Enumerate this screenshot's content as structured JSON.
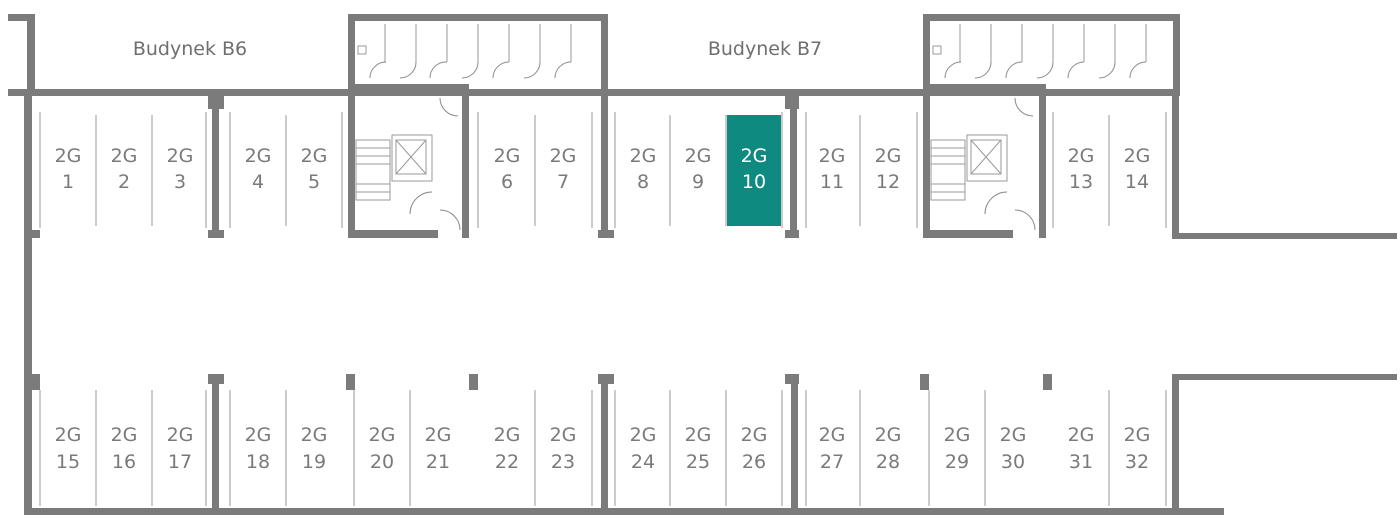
{
  "buildings": [
    {
      "id": "b6",
      "label": "Budynek B6"
    },
    {
      "id": "b7",
      "label": "Budynek B7"
    }
  ],
  "selected_spot": "10",
  "colors": {
    "wall": "#7b7b7b",
    "selected": "#0e8a80",
    "label": "#7a7a7a"
  },
  "spots": [
    {
      "prefix": "2G",
      "number": "1"
    },
    {
      "prefix": "2G",
      "number": "2"
    },
    {
      "prefix": "2G",
      "number": "3"
    },
    {
      "prefix": "2G",
      "number": "4"
    },
    {
      "prefix": "2G",
      "number": "5"
    },
    {
      "prefix": "2G",
      "number": "6"
    },
    {
      "prefix": "2G",
      "number": "7"
    },
    {
      "prefix": "2G",
      "number": "8"
    },
    {
      "prefix": "2G",
      "number": "9"
    },
    {
      "prefix": "2G",
      "number": "10"
    },
    {
      "prefix": "2G",
      "number": "11"
    },
    {
      "prefix": "2G",
      "number": "12"
    },
    {
      "prefix": "2G",
      "number": "13"
    },
    {
      "prefix": "2G",
      "number": "14"
    },
    {
      "prefix": "2G",
      "number": "15"
    },
    {
      "prefix": "2G",
      "number": "16"
    },
    {
      "prefix": "2G",
      "number": "17"
    },
    {
      "prefix": "2G",
      "number": "18"
    },
    {
      "prefix": "2G",
      "number": "19"
    },
    {
      "prefix": "2G",
      "number": "20"
    },
    {
      "prefix": "2G",
      "number": "21"
    },
    {
      "prefix": "2G",
      "number": "22"
    },
    {
      "prefix": "2G",
      "number": "23"
    },
    {
      "prefix": "2G",
      "number": "24"
    },
    {
      "prefix": "2G",
      "number": "25"
    },
    {
      "prefix": "2G",
      "number": "26"
    },
    {
      "prefix": "2G",
      "number": "27"
    },
    {
      "prefix": "2G",
      "number": "28"
    },
    {
      "prefix": "2G",
      "number": "29"
    },
    {
      "prefix": "2G",
      "number": "30"
    },
    {
      "prefix": "2G",
      "number": "31"
    },
    {
      "prefix": "2G",
      "number": "32"
    }
  ]
}
